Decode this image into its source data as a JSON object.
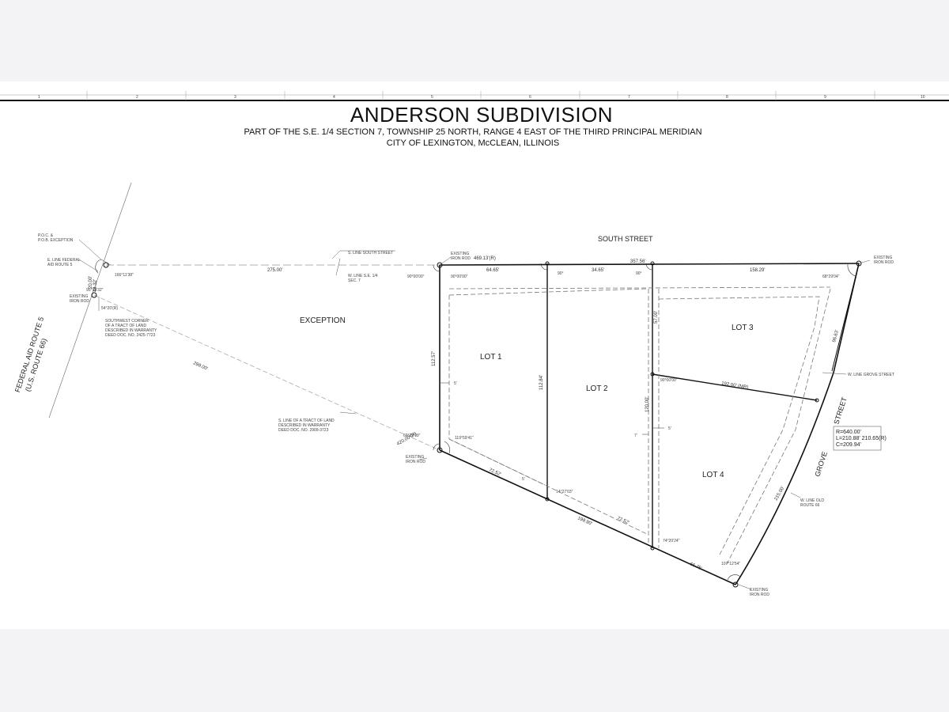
{
  "title": "ANDERSON SUBDIVISION",
  "subtitle_line1": "PART OF THE S.E. 1/4 SECTION 7, TOWNSHIP 25 NORTH, RANGE 4 EAST OF THE THIRD PRINCIPAL MERIDIAN",
  "subtitle_line2": "CITY OF LEXINGTON, McCLEAN, ILLINOIS",
  "grid_ticks": [
    "1",
    "2",
    "3",
    "4",
    "5",
    "6",
    "7",
    "8",
    "9",
    "10"
  ],
  "streets": {
    "south": "SOUTH STREET",
    "grove_1": "GROVE",
    "grove_2": "STREET",
    "federal_1": "FEDERAL AID ROUTE 5",
    "federal_2": "(U.S. ROUTE 66)"
  },
  "areas": {
    "exception": "EXCEPTION",
    "lot1": "LOT 1",
    "lot2": "LOT 2",
    "lot3": "LOT 3",
    "lot4": "LOT 4"
  },
  "curve": {
    "radius": "R=640.00'",
    "length": "L=210.88' 210.65(R)",
    "chord": "C=209.94'"
  },
  "dimensions": {
    "north_total": "357.56'",
    "north_record": "469.13'(R)",
    "lot1_front": "64.65'",
    "lot2_front": "34.65'",
    "lot3_front": "158.29'",
    "lot1_west": "112.57'",
    "lot2_east": "112.84'",
    "lot3_bottom": "192.00' (MR)",
    "south_lot4": "198.90'",
    "south_mid": "72.52'",
    "exception_south": "298.00'",
    "exception_north": "275.00'",
    "record_south": "420.00'(R)",
    "lot4_south": "66.75'",
    "grove_dim": "96.63'",
    "grove_dim2": "215.00'",
    "lot3_west": "57.00'",
    "lot4_west": "120.00'"
  },
  "angles": {
    "a1": "90°00'00\"",
    "a2": "90°00'00\"",
    "a3": "90°",
    "a4": "90°",
    "a5": "68°29'04\"",
    "a6": "90°00'00\"",
    "a7": "119°59'41\"",
    "a8": "60°23'19\"",
    "a9": "14°27'03\"",
    "a10": "74°20'24\"",
    "a11": "107°12'54\"",
    "a12": "166°11'38\"",
    "a13": "95°13'32\"",
    "a14": "54°20'(R)"
  },
  "notes": {
    "pob": "P.O.C. &",
    "pob2": "P.O.B. EXCEPTION",
    "eline_fed": "E. LINE FEDERAL",
    "eline_fed2": "AID ROUTE 5",
    "existing_rod_w": "EXISTING",
    "existing_rod_w2": "IRON ROD",
    "sw_corner": "SOUTHWEST CORNER",
    "sw_corner2": "OF A TRACT OF LAND",
    "sw_corner3": "DESCRIBED IN WARRANTY",
    "sw_corner4": "DEED DOC. NO. 2425-7723",
    "sline_south": "S. LINE SOUTH STREET",
    "wline_se": "W. LINE S.E. 1/4",
    "wline_se2": "SEC. 7",
    "exist_rod_n": "EXISTING",
    "exist_rod_n2": "IRON ROD",
    "exist_rod_ne": "EXISTING",
    "exist_rod_ne2": "IRON ROD",
    "wline_grove": "W. LINE GROVE STREET",
    "wline_old": "W. LINE OLD",
    "wline_old2": "ROUTE 66",
    "sline_tract": "S. LINE OF A TRACT OF LAND",
    "sline_tract2": "DESCRIBED IN WARRANTY",
    "sline_tract3": "DEED DOC. NO. 2909-3723",
    "exist_rod_s": "EXISTING",
    "exist_rod_s2": "IRON ROD",
    "exist_rod_se": "EXISTING",
    "exist_rod_se2": "IRON ROD",
    "setback_5a": "5'",
    "setback_5b": "5'",
    "setback_7": "7'",
    "setback_5c": "5'",
    "setback_5d": "5'",
    "dim_20": "20.00'",
    "dim_44": "44.32'"
  },
  "colors": {
    "line": "#1a1a1a",
    "easement": "#777777",
    "background": "#ffffff",
    "page": "#f3f3f5"
  }
}
